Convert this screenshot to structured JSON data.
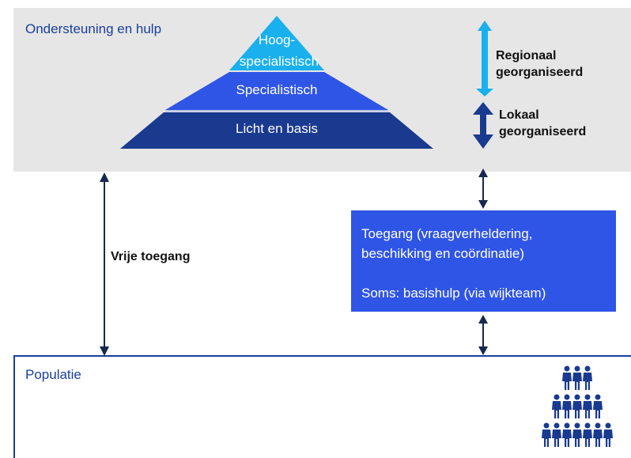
{
  "support": {
    "title": "Ondersteuning en hulp",
    "pyramid": {
      "top_line1": "Hoog-",
      "top_line2": "specialistisch",
      "middle": "Specialistisch",
      "base": "Licht en basis"
    },
    "regional": {
      "line1": "Regionaal",
      "line2": "georganiseerd"
    },
    "local": {
      "line1": "Lokaal",
      "line2": "georganiseerd"
    }
  },
  "free_access": "Vrije toegang",
  "access_box": {
    "line1": "Toegang (vraagverheldering,",
    "line2": "beschikking en coördinatie)",
    "line3": "Soms: basishulp (via wijkteam)"
  },
  "population": {
    "title": "Populatie"
  },
  "colors": {
    "band": "#e6e6e6",
    "light_blue": "#1ab0ee",
    "mid_blue": "#2f55e6",
    "dark_blue": "#1a3a8f",
    "title_blue": "#1a3f9a",
    "arrow": "#142850"
  },
  "icons": {
    "regional_arrow": "double-arrow-light",
    "local_arrow": "double-arrow-dark",
    "people": "population-pyramid-icon"
  }
}
